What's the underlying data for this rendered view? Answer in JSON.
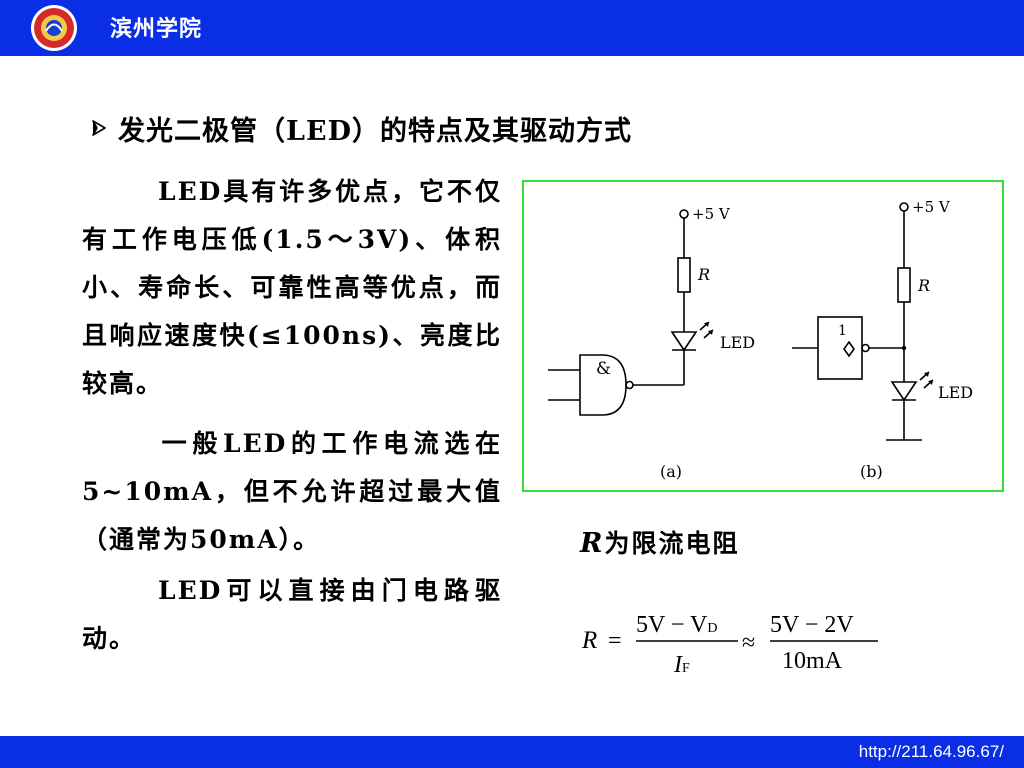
{
  "header": {
    "school_name": "滨州学院",
    "logo_icon": "school-emblem-icon"
  },
  "footer": {
    "url": "http://211.64.96.67/"
  },
  "slide": {
    "bullet_icon": "arrow-bullet-icon",
    "title": "发光二极管（LED）的特点及其驱动方式",
    "paragraph1": "LED具有许多优点，它不仅有工作电压低(1.5～3V)、体积小、寿命长、可靠性高等优点，而且响应速度快(≤100ns)、亮度比较高。",
    "paragraph2": "一般LED的工作电流选在5~10mA，但不允许超过最大值（通常为50mA）。",
    "paragraph3": "LED可以直接由门电路驱动。",
    "resistor_note_symbol": "R",
    "resistor_note_text": "为限流电阻"
  },
  "circuit": {
    "supply_a": "+5 V",
    "resistor_a": "R",
    "led_a": "LED",
    "gate_a_symbol": "&",
    "caption_a": "(a)",
    "supply_b": "+5 V",
    "resistor_b": "R",
    "led_b": "LED",
    "gate_b_symbol": "1",
    "caption_b": "(b)"
  },
  "formula": {
    "lhs": "R",
    "equals": "=",
    "num_left": "5V − V",
    "num_left_sub": "D",
    "den_left": "I",
    "den_left_sub": "F",
    "approx": "≈",
    "num_right": "5V − 2V",
    "den_right": "10mA"
  }
}
